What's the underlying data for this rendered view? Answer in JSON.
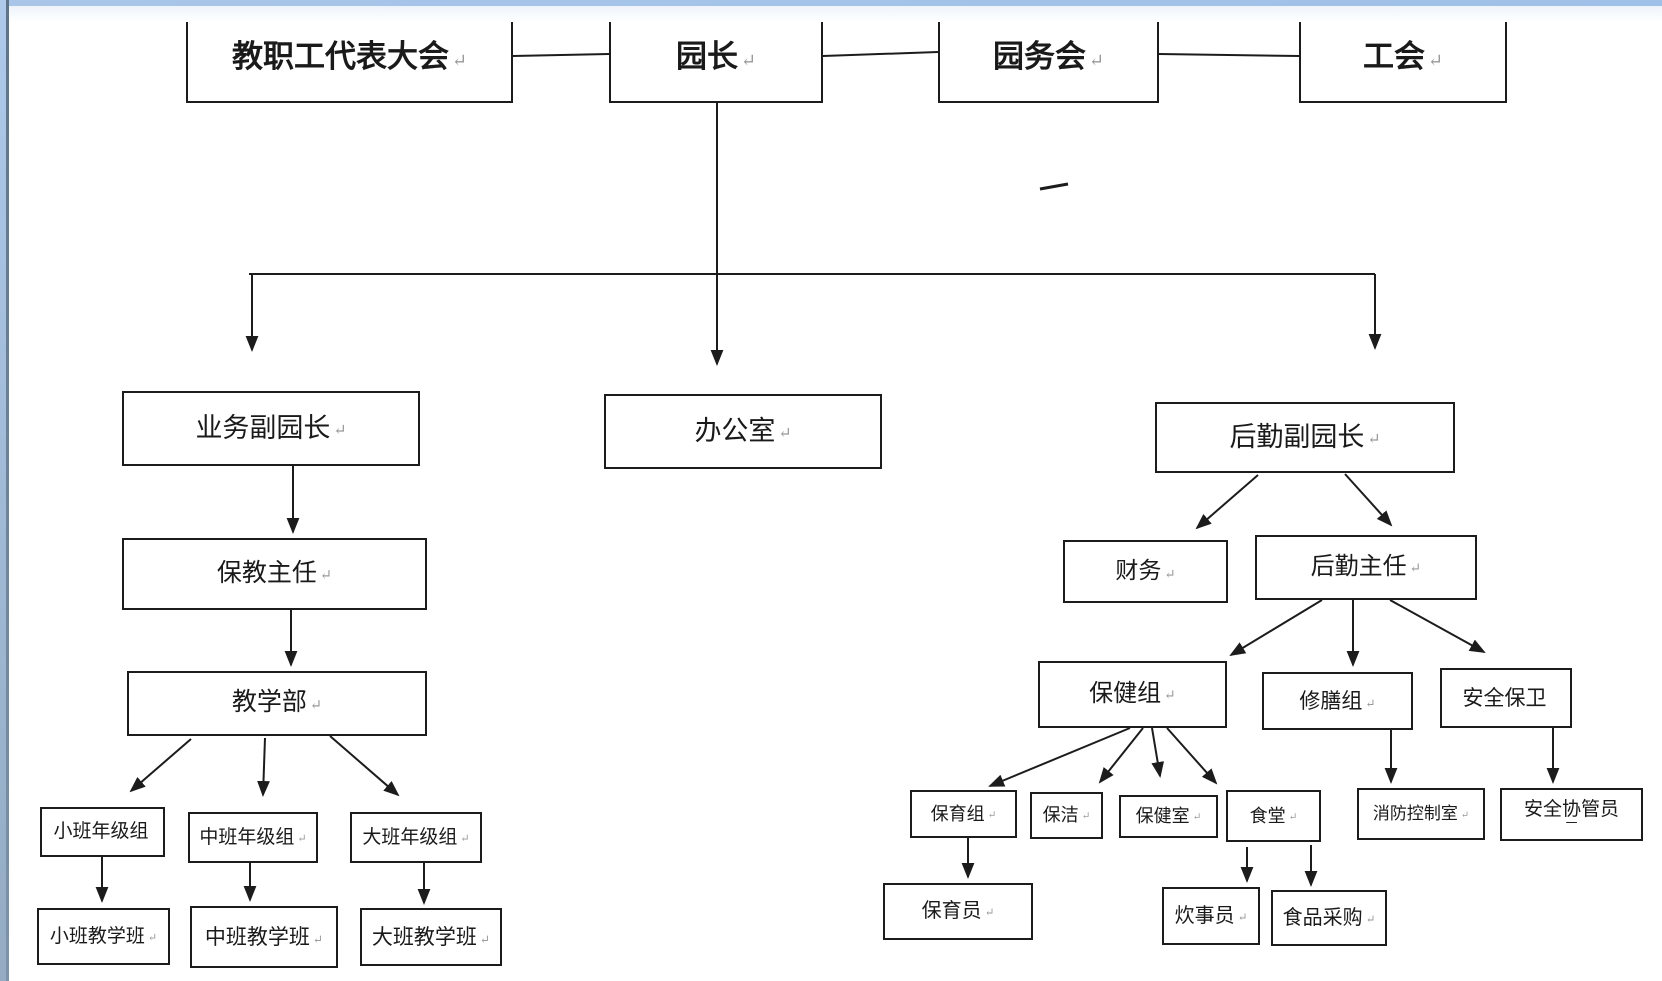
{
  "page": {
    "background_color": "#ffffff",
    "top_strip_color": "#9fc0e8",
    "left_strip_color": "#93acc3",
    "line_color": "#1c1c1c"
  },
  "nodes": {
    "staff_congress": {
      "label": "教职工代表大会",
      "mark": "↵"
    },
    "principal": {
      "label": "园长",
      "mark": "↵"
    },
    "council": {
      "label": "园务会",
      "mark": "↵"
    },
    "union": {
      "label": "工会",
      "mark": "↵"
    },
    "business_vice": {
      "label": "业务副园长",
      "mark": "↵"
    },
    "office": {
      "label": "办公室",
      "mark": "↵"
    },
    "logistics_vice": {
      "label": "后勤副园长",
      "mark": "↵"
    },
    "care_teach_director": {
      "label": "保教主任",
      "mark": "↵"
    },
    "teaching_dept": {
      "label": "教学部",
      "mark": "↵"
    },
    "junior_grade_group": {
      "label": "小班年级组"
    },
    "middle_grade_group": {
      "label": "中班年级组",
      "mark": "↵"
    },
    "senior_grade_group": {
      "label": "大班年级组",
      "mark": "↵"
    },
    "junior_class": {
      "label": "小班教学班",
      "mark": "↵"
    },
    "middle_class": {
      "label": "中班教学班",
      "mark": "↵"
    },
    "senior_class": {
      "label": "大班教学班",
      "mark": "↵"
    },
    "finance": {
      "label": "财务",
      "mark": "↵"
    },
    "logistics_director": {
      "label": "后勤主任",
      "mark": "↵"
    },
    "health_group": {
      "label": "保健组",
      "mark": "↵"
    },
    "meal_repair_group": {
      "label": "修膳组",
      "mark": "↵"
    },
    "security_group": {
      "label": "安全保卫"
    },
    "childcare_group": {
      "label": "保育组",
      "mark": "↵"
    },
    "cleaning": {
      "label": "保洁",
      "mark": "↵"
    },
    "health_room": {
      "label": "保健室",
      "mark": "↵"
    },
    "canteen": {
      "label": "食堂",
      "mark": "↵"
    },
    "fire_control_room": {
      "label": "消防控制室",
      "mark": "↵"
    },
    "safety_assistant": {
      "label": "安全协管员",
      "label2": "一"
    },
    "childcare_worker": {
      "label": "保育员",
      "mark": "↵"
    },
    "cook": {
      "label": "炊事员",
      "mark": "↵"
    },
    "food_purchasing": {
      "label": "食品采购",
      "mark": "↵"
    }
  }
}
